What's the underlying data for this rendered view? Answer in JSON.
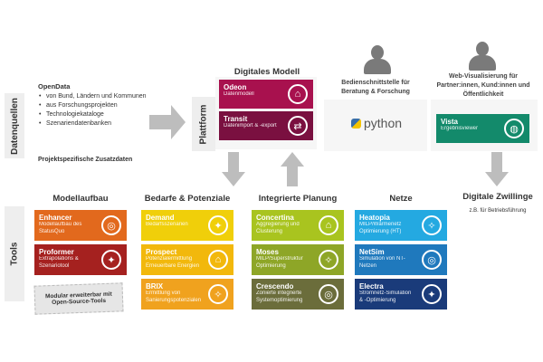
{
  "sources": {
    "label": "Datenquellen",
    "opendata_title": "OpenData",
    "items": [
      "von Bund, Ländern und Kommunen",
      "aus Forschungsprojekten",
      "Technologiekataloge",
      "Szenariendatenbanken"
    ],
    "extra": "Projektspezifische Zusatzdaten"
  },
  "platform": {
    "label": "Plattform",
    "title": "Digitales Modell",
    "boxes": [
      {
        "title": "Odeon",
        "subtitle": "Datenmodell",
        "color": "#a8114e",
        "icon": "house-icon"
      },
      {
        "title": "Transit",
        "subtitle": "Datenimport & -export",
        "color": "#7a1040",
        "icon": "transfer-icon"
      }
    ]
  },
  "interfaces": {
    "python": {
      "caption": "Bedienschnittstelle für Beratung & Forschung",
      "logo": "python"
    },
    "web": {
      "caption": "Web-Visualisierung für Partner:innen, Kund:innen und Öffentlichkeit",
      "box": {
        "title": "Vista",
        "subtitle": "Ergebnisviewer",
        "color": "#138a6b",
        "icon": "globe-icon"
      }
    }
  },
  "twins": {
    "title": "Digitale Zwillinge",
    "subtitle": "z.B. für Betriebsführung"
  },
  "tools": {
    "label": "Tools",
    "columns": [
      {
        "title": "Modellaufbau",
        "boxes": [
          {
            "title": "Enhancer",
            "subtitle": "Modellaufbau des StatusQuo",
            "color": "#e2691d"
          },
          {
            "title": "Proformer",
            "subtitle": "Extrapolations & Szenariotool",
            "color": "#a5211f"
          }
        ],
        "note": "Modular erweiterbar mit Open-Source-Tools"
      },
      {
        "title": "Bedarfe & Potenziale",
        "boxes": [
          {
            "title": "Demand",
            "subtitle": "Bedarfsszenarien",
            "color": "#f0cf0a"
          },
          {
            "title": "Prospect",
            "subtitle": "Potenzialermittlung Erneuerbare Energien",
            "color": "#f2b80c"
          },
          {
            "title": "BRIX",
            "subtitle": "Ermittlung von Sanierungspotenzialen",
            "color": "#f0a21e"
          }
        ]
      },
      {
        "title": "Integrierte Planung",
        "boxes": [
          {
            "title": "Concertina",
            "subtitle": "Aggregierung und Clusterung",
            "color": "#a9c41f"
          },
          {
            "title": "Moses",
            "subtitle": "MILP/Superstruktur Optimierung",
            "color": "#8ea627"
          },
          {
            "title": "Crescendo",
            "subtitle": "Zonierte integrierte Systemoptimierung",
            "color": "#6b6d3b"
          }
        ]
      },
      {
        "title": "Netze",
        "boxes": [
          {
            "title": "Heatopia",
            "subtitle": "MILP/Wärmenetz Optimierung (HT)",
            "color": "#24a9e1"
          },
          {
            "title": "NetSim",
            "subtitle": "Simulation von NT-Netzen",
            "color": "#1f79bd"
          },
          {
            "title": "Electra",
            "subtitle": "Stromnetz-Simulation & -Optimierung",
            "color": "#1a3b7a"
          }
        ]
      }
    ]
  }
}
